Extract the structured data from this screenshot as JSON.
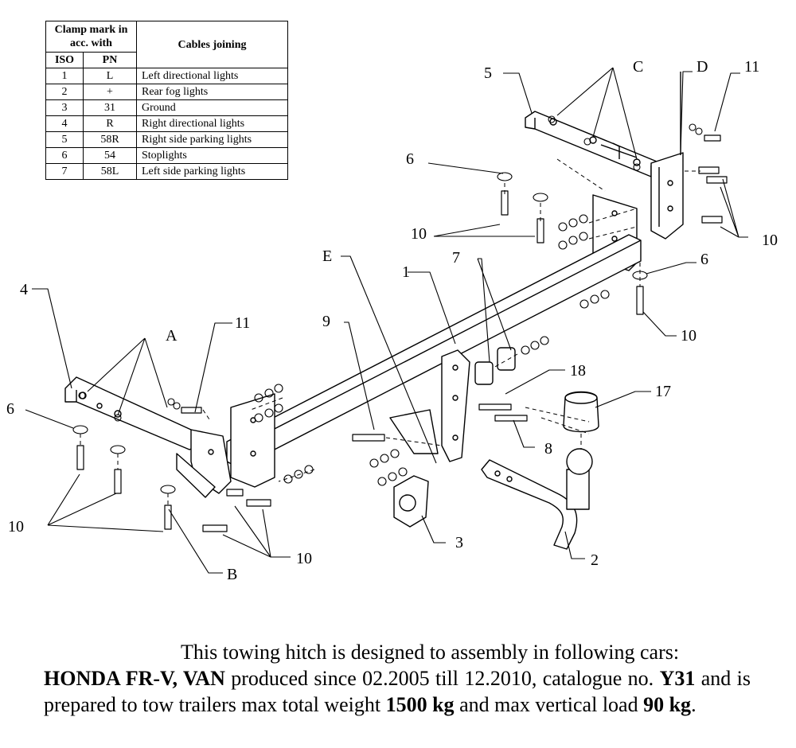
{
  "table": {
    "header_clamp": "Clamp mark in acc. with",
    "header_iso": "ISO",
    "header_pn": "PN",
    "header_cables": "Cables joining",
    "rows": [
      {
        "iso": "1",
        "pn": "L",
        "cable": "Left directional lights"
      },
      {
        "iso": "2",
        "pn": "+",
        "cable": "Rear fog lights"
      },
      {
        "iso": "3",
        "pn": "31",
        "cable": "Ground"
      },
      {
        "iso": "4",
        "pn": "R",
        "cable": "Right directional lights"
      },
      {
        "iso": "5",
        "pn": "58R",
        "cable": "Right side parking lights"
      },
      {
        "iso": "6",
        "pn": "54",
        "cable": "Stoplights"
      },
      {
        "iso": "7",
        "pn": "58L",
        "cable": "Left side parking lights"
      }
    ]
  },
  "callouts": {
    "c1": "1",
    "c2": "2",
    "c3": "3",
    "c4": "4",
    "c5": "5",
    "c6a": "6",
    "c6b": "6",
    "c6c": "6",
    "c7": "7",
    "c8": "8",
    "c9": "9",
    "c10a": "10",
    "c10b": "10",
    "c10c": "10",
    "c10d": "10",
    "c10e": "10",
    "c11a": "11",
    "c11b": "11",
    "c17": "17",
    "c18": "18",
    "cA": "A",
    "cB": "B",
    "cC": "C",
    "cD": "D",
    "cE": "E"
  },
  "description": {
    "line1": "This towing hitch is designed to assembly in following cars:",
    "model": "HONDA FR-V, VAN",
    "produced": " produced since 02.2005 till 12.2010, catalogue no.",
    "catalogue": "Y31",
    "tow_text": " and is prepared to tow trailers max total weight ",
    "max_weight": "1500 kg",
    "and_max": " and max vertical load ",
    "vertical_load": "90 kg",
    "period": "."
  }
}
